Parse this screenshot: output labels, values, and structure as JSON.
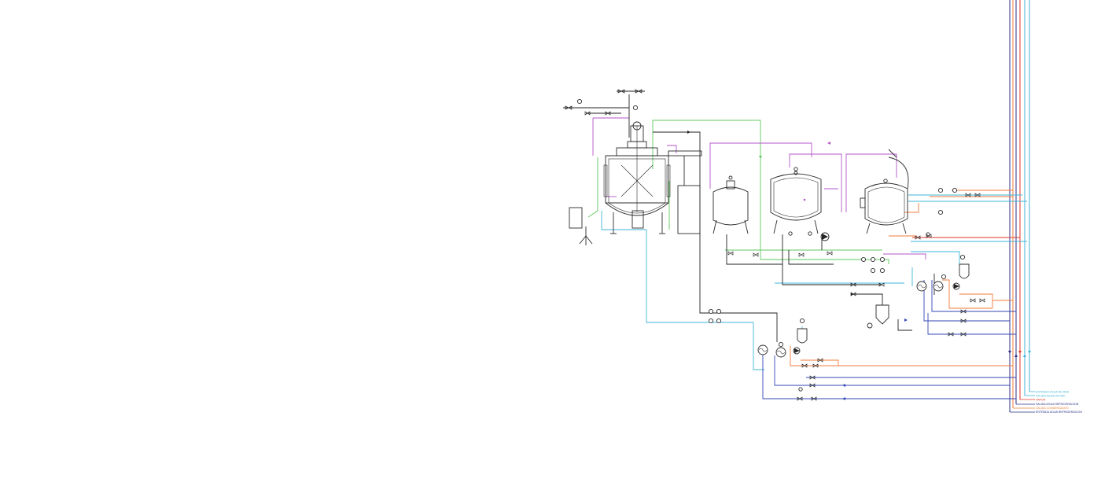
{
  "colors": {
    "outline": "#2b2b2b",
    "purple": "#b455c9",
    "green": "#5fc85f",
    "cyan": "#3fb6d8",
    "orange": "#f07b3a",
    "red": "#e0362a",
    "blue": "#3347b5",
    "navy": "#2a2f86",
    "black": "#222222"
  },
  "legend": [
    {
      "text": "ENTRADA AGUA DE RED",
      "color": "#3fb6d8"
    },
    {
      "text": "SALIDA AGUA DE RED",
      "color": "#3fb6d8"
    },
    {
      "text": "VAPOR",
      "color": "#e0362a"
    },
    {
      "text": "SALIDA AGUA REFRIGERACION",
      "color": "#2a2f86"
    },
    {
      "text": "SALIDA CONDENSADOS",
      "color": "#f07b3a"
    },
    {
      "text": "ENTRADA AGUA REFRIGERACION",
      "color": "#2a2f86"
    }
  ]
}
